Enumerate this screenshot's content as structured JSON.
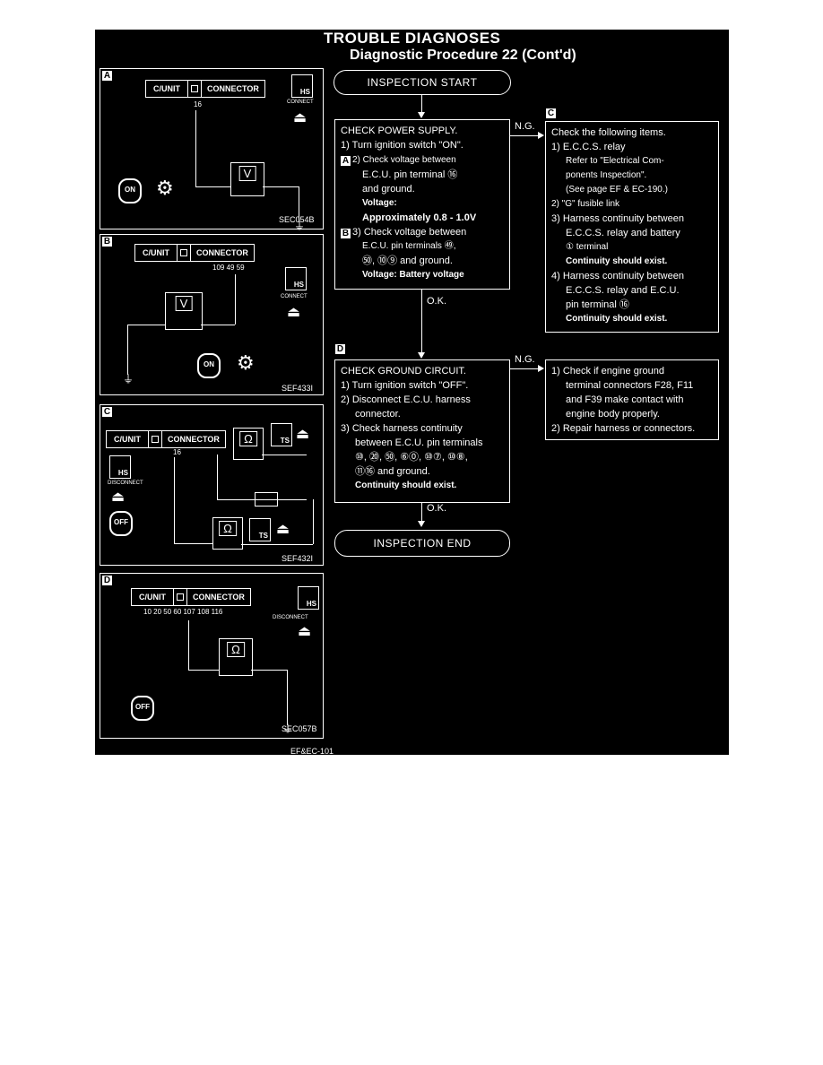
{
  "header": {
    "title": "TROUBLE DIAGNOSES",
    "subtitle": "Diagnostic Procedure 22 (Cont'd)"
  },
  "panels": {
    "a": {
      "tag": "A",
      "cunit": "C/UNIT",
      "connector": "CONNECTOR",
      "pin": "16",
      "meter": "V",
      "hs": "HS",
      "connect": "CONNECT",
      "key": "ON",
      "code": "SEC054B"
    },
    "b": {
      "tag": "B",
      "cunit": "C/UNIT",
      "connector": "CONNECTOR",
      "pins": "109  49  59",
      "meter": "V",
      "hs": "HS",
      "connect": "CONNECT",
      "key": "ON",
      "code": "SEF433I"
    },
    "c": {
      "tag": "C",
      "cunit": "C/UNIT",
      "connector": "CONNECTOR",
      "pin": "16",
      "meter": "Ω",
      "meter2": "Ω",
      "hs": "HS",
      "ts": "TS",
      "ts2": "TS",
      "disconnect": "DISCONNECT",
      "key": "OFF",
      "code": "SEF432I"
    },
    "d": {
      "tag": "D",
      "cunit": "C/UNIT",
      "connector": "CONNECTOR",
      "pins": "10 20 50 60 107 108 116",
      "meter": "Ω",
      "hs": "HS",
      "disconnect": "DISCONNECT",
      "key": "OFF",
      "code": "SEC057B"
    }
  },
  "flow": {
    "start": "INSPECTION START",
    "end": "INSPECTION END",
    "ng1": "N.G.",
    "ng2": "N.G.",
    "ok1": "O.K.",
    "ok2": "O.K.",
    "tag_c": "C",
    "tag_d": "D",
    "power": {
      "l1": "CHECK POWER SUPPLY.",
      "l2": "1) Turn ignition switch \"ON\".",
      "l3": "2) Check voltage between",
      "l4": "E.C.U. pin terminal ⑯",
      "l5": "and ground.",
      "l6": "Voltage:",
      "l7": "Approximately 0.8 - 1.0V",
      "l8": "3) Check voltage between",
      "l9": "E.C.U. pin terminals ㊾,",
      "l10": "㊿, ⑩⑨ and ground.",
      "l11": "Voltage:  Battery voltage",
      "tag_a": "A",
      "tag_b": "B"
    },
    "power_ng": {
      "l1": "Check the following items.",
      "l2": "1) E.C.C.S. relay",
      "l3": "Refer to \"Electrical Com-",
      "l4": "ponents Inspection\".",
      "l5": "(See page EF & EC-190.)",
      "l6": "2) \"G\" fusible link",
      "l7": "3) Harness continuity between",
      "l8": "E.C.C.S. relay and battery",
      "l9": "① terminal",
      "l10": "Continuity should exist.",
      "l11": "4) Harness continuity between",
      "l12": "E.C.C.S. relay and E.C.U.",
      "l13": "pin terminal ⑯",
      "l14": "Continuity should exist."
    },
    "ground": {
      "l1": "CHECK GROUND CIRCUIT.",
      "l2": "1) Turn ignition switch \"OFF\".",
      "l3": "2) Disconnect E.C.U. harness",
      "l4": "connector.",
      "l5": "3) Check harness continuity",
      "l6": "between E.C.U. pin terminals",
      "l7": "⑩, ⑳, ㊿, ⑥⓪, ⑩⑦, ⑩⑧,",
      "l8": "⑪⑯ and ground.",
      "l9": "Continuity should exist."
    },
    "ground_ng": {
      "l1": "1) Check if engine ground",
      "l2": "terminal connectors F28, F11",
      "l3": "and F39 make contact with",
      "l4": "engine body properly.",
      "l5": "2) Repair harness or connectors."
    }
  },
  "footer": "EF&EC-101"
}
